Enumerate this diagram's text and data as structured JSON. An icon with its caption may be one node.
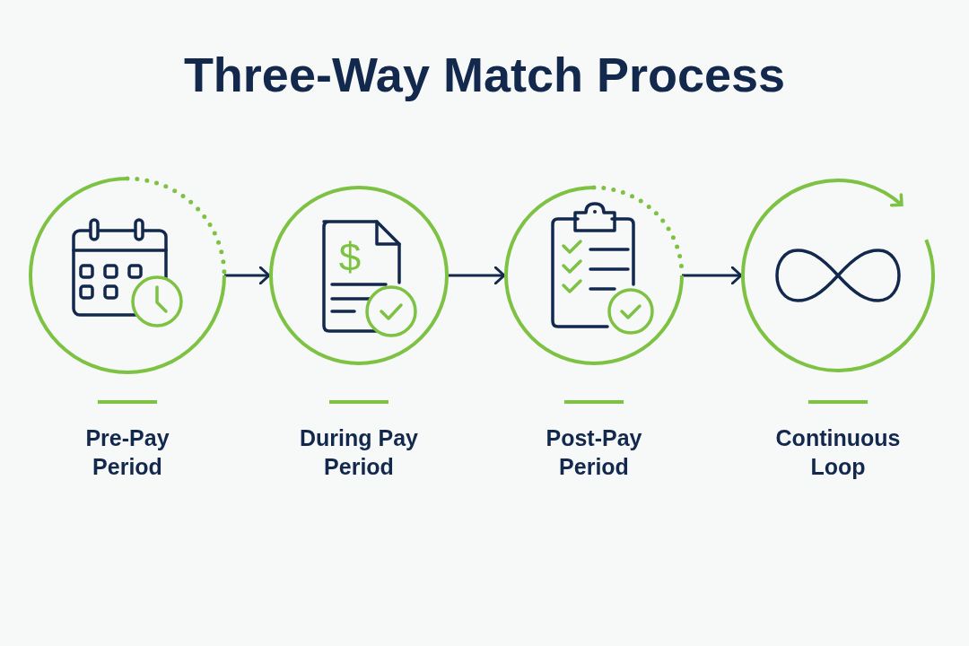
{
  "diagram": {
    "title": "Three-Way Match Process",
    "nodes": [
      {
        "text": [
          "Pre-Pay Period"
        ]
      },
      {
        "text": [
          "During Pay Period"
        ]
      },
      {
        "text": [
          "Post-Pay Period"
        ]
      },
      {
        "text": [
          "Continuous Loop"
        ]
      }
    ],
    "edges": [
      {
        "from": 0,
        "to": 1,
        "arrow": "to"
      },
      {
        "from": 1,
        "to": 2,
        "arrow": "to"
      },
      {
        "from": 2,
        "to": 3,
        "arrow": "to"
      }
    ],
    "labels": [
      "$"
    ]
  }
}
